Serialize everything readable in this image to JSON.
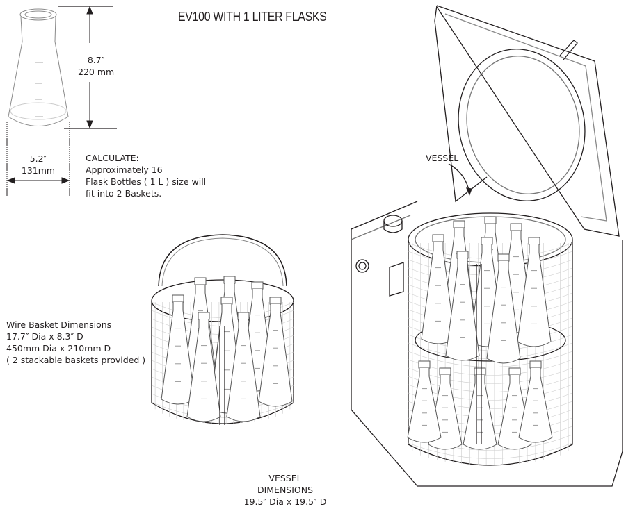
{
  "title": "EV100 WITH 1 LITER FLASKS",
  "flask_dimensions": {
    "height_in": "8.7″",
    "height_mm": "220 mm",
    "width_in": "5.2″",
    "width_mm": "131mm"
  },
  "calculate": {
    "heading": "CALCULATE:",
    "lines": [
      "Approximately  16",
      "Flask Bottles ( 1 L ) size will",
      "fit into 2 Baskets."
    ]
  },
  "basket": {
    "lines": [
      "Wire Basket Dimensions",
      "17.7″ Dia x 8.3″ D",
      "450mm Dia x 210mm D",
      "( 2 stackable baskets provided )"
    ]
  },
  "vessel_label": "VESSEL",
  "vessel_dimensions": {
    "lines": [
      "VESSEL",
      "DIMENSIONS",
      "19.5″ Dia x 19.5″ D"
    ]
  },
  "colors": {
    "line": "#231f20",
    "light_line": "#9a9a9a"
  }
}
